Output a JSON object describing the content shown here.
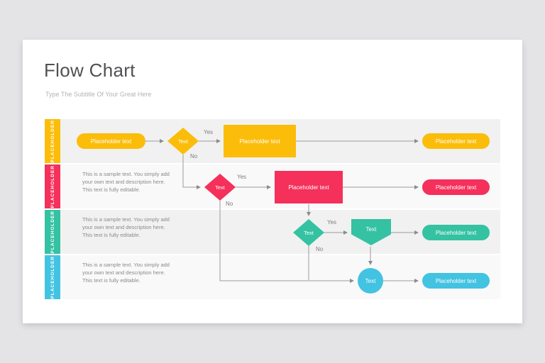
{
  "page": {
    "title": "Flow Chart",
    "subtitle": "Type The Subtitle Of Your Great Here"
  },
  "colors": {
    "yellow": "#fbbd0a",
    "red": "#f4305b",
    "teal": "#34c2a2",
    "cyan": "#42c3e1"
  },
  "lanes": [
    {
      "label": "PLACEHOLDER"
    },
    {
      "label": "PLACEHOLDER"
    },
    {
      "label": "PLACEHOLDER"
    },
    {
      "label": "PLACEHOLDER"
    }
  ],
  "sample_text": "This is a sample text. You simply add your own text and description here. This text is fully editable.",
  "connector_labels": {
    "yes": "Yes",
    "no": "No"
  },
  "flow": {
    "row1": {
      "start": "Placeholder text",
      "decision": "Text",
      "process": "Placeholder text",
      "end": "Placeholder text"
    },
    "row2": {
      "decision": "Text",
      "process": "Placeholder text",
      "end": "Placeholder text"
    },
    "row3": {
      "decision": "Text",
      "process": "Text",
      "end": "Placeholder text"
    },
    "row4": {
      "process": "Text",
      "end": "Placeholder text"
    }
  }
}
